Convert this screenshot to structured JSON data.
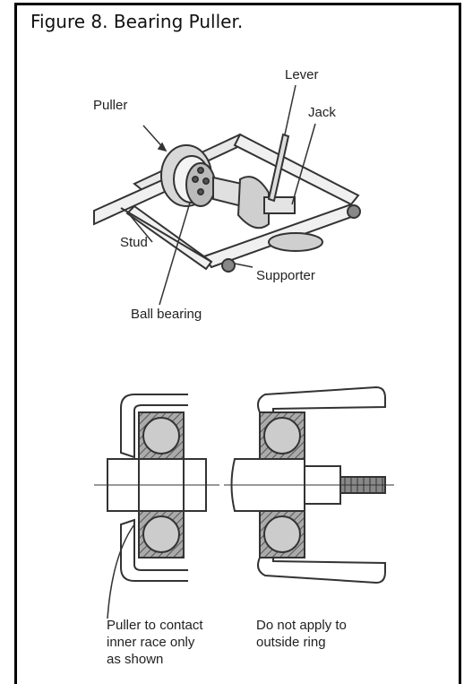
{
  "figure": {
    "title": "Figure 8. Bearing Puller."
  },
  "top_labels": {
    "lever": "Lever",
    "puller": "Puller",
    "jack": "Jack",
    "stud": "Stud",
    "supporter": "Supporter",
    "ball_bearing": "Ball bearing"
  },
  "bottom_captions": {
    "left_line1": "Puller to contact",
    "left_line2": "inner race only",
    "left_line3": "as shown",
    "right_line1": "Do not apply to",
    "right_line2": "outside ring"
  }
}
